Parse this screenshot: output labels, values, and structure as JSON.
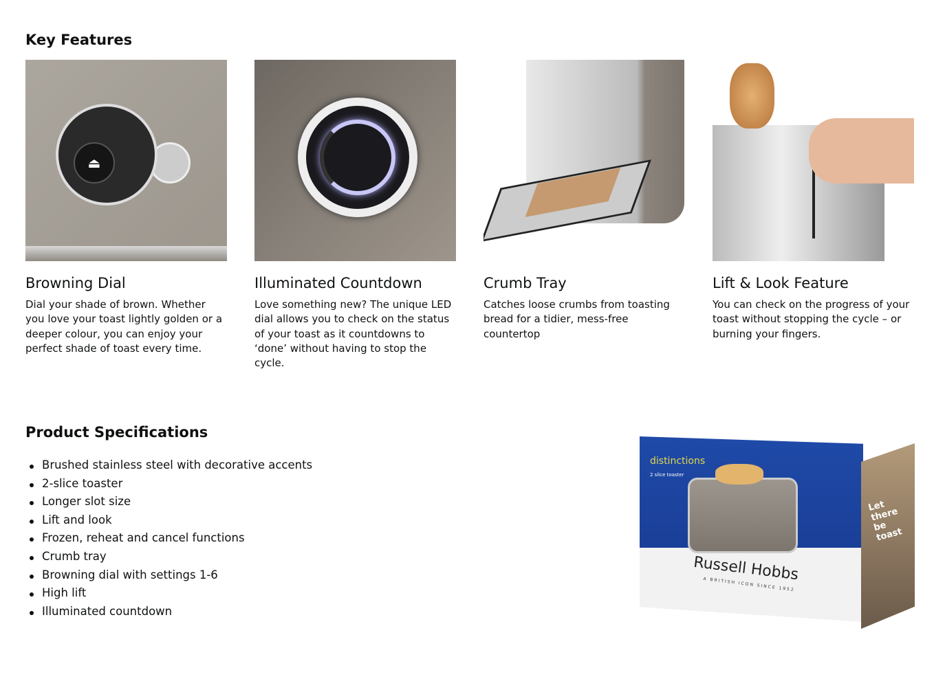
{
  "key_features": {
    "heading": "Key Features",
    "items": [
      {
        "title": "Browning Dial",
        "description": "Dial your shade of brown. Whether you love your toast lightly golden or a deeper colour, you can enjoy your perfect shade of toast every time.",
        "image": "browning-dial-photo"
      },
      {
        "title": "Illuminated Countdown",
        "description": "Love something new? The unique LED dial allows you to check on the status of your toast as it countdowns to ‘done’ without having to stop the cycle.",
        "image": "led-countdown-photo"
      },
      {
        "title": "Crumb Tray",
        "description": "Catches loose crumbs from toasting bread for a tidier, mess-free countertop",
        "image": "crumb-tray-photo"
      },
      {
        "title": "Lift & Look Feature",
        "description": "You can check on the progress of your toast without stopping the cycle – or burning your fingers.",
        "image": "lift-look-photo"
      }
    ]
  },
  "specs": {
    "heading": "Product Specifications",
    "items": [
      "Brushed stainless steel with decorative accents",
      "2-slice toaster",
      "Longer slot size",
      "Lift and look",
      "Frozen, reheat and cancel functions",
      "Crumb tray",
      "Browning dial with settings 1-6",
      "High lift",
      "Illuminated countdown"
    ]
  },
  "box": {
    "range": "distinctions",
    "subtitle": "2 slice toaster",
    "brand": "Russell Hobbs",
    "tagline": "A BRITISH ICON SINCE 1952",
    "slogan": "Let there be toast"
  }
}
